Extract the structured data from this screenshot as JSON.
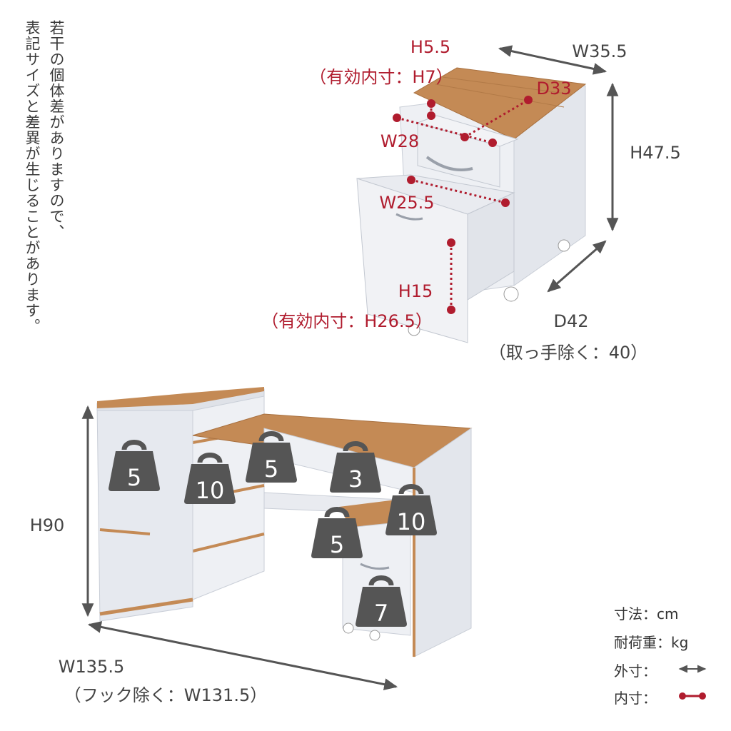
{
  "note": {
    "line1": "若干の個体差がありますので、",
    "line2": "表記サイズと差異が生じることがあります。"
  },
  "wagon": {
    "top_depth_label": "H5.5",
    "top_depth_inner": "（有効内寸：H7）",
    "width_label": "W35.5",
    "inner_depth_label": "D33",
    "height_label": "H47.5",
    "drawer_width_label": "W28",
    "cabinet_width_label": "W25.5",
    "cabinet_height_label": "H15",
    "cabinet_height_inner": "（有効内寸：H26.5）",
    "depth_label": "D42",
    "depth_note": "（取っ手除く：40）"
  },
  "desk": {
    "height_label": "H90",
    "width_label": "W135.5",
    "width_note": "（フック除く：W131.5）",
    "loads": [
      "5",
      "10",
      "5",
      "3",
      "10",
      "5",
      "7"
    ]
  },
  "legend": {
    "unit": "寸法：cm",
    "load": "耐荷重：kg",
    "outer": "外寸：",
    "inner": "内寸："
  },
  "colors": {
    "accent": "#b01c2e",
    "wood": "#c48a55",
    "panel": "#e6e9ef",
    "line": "#555555",
    "weight": "#555555"
  }
}
